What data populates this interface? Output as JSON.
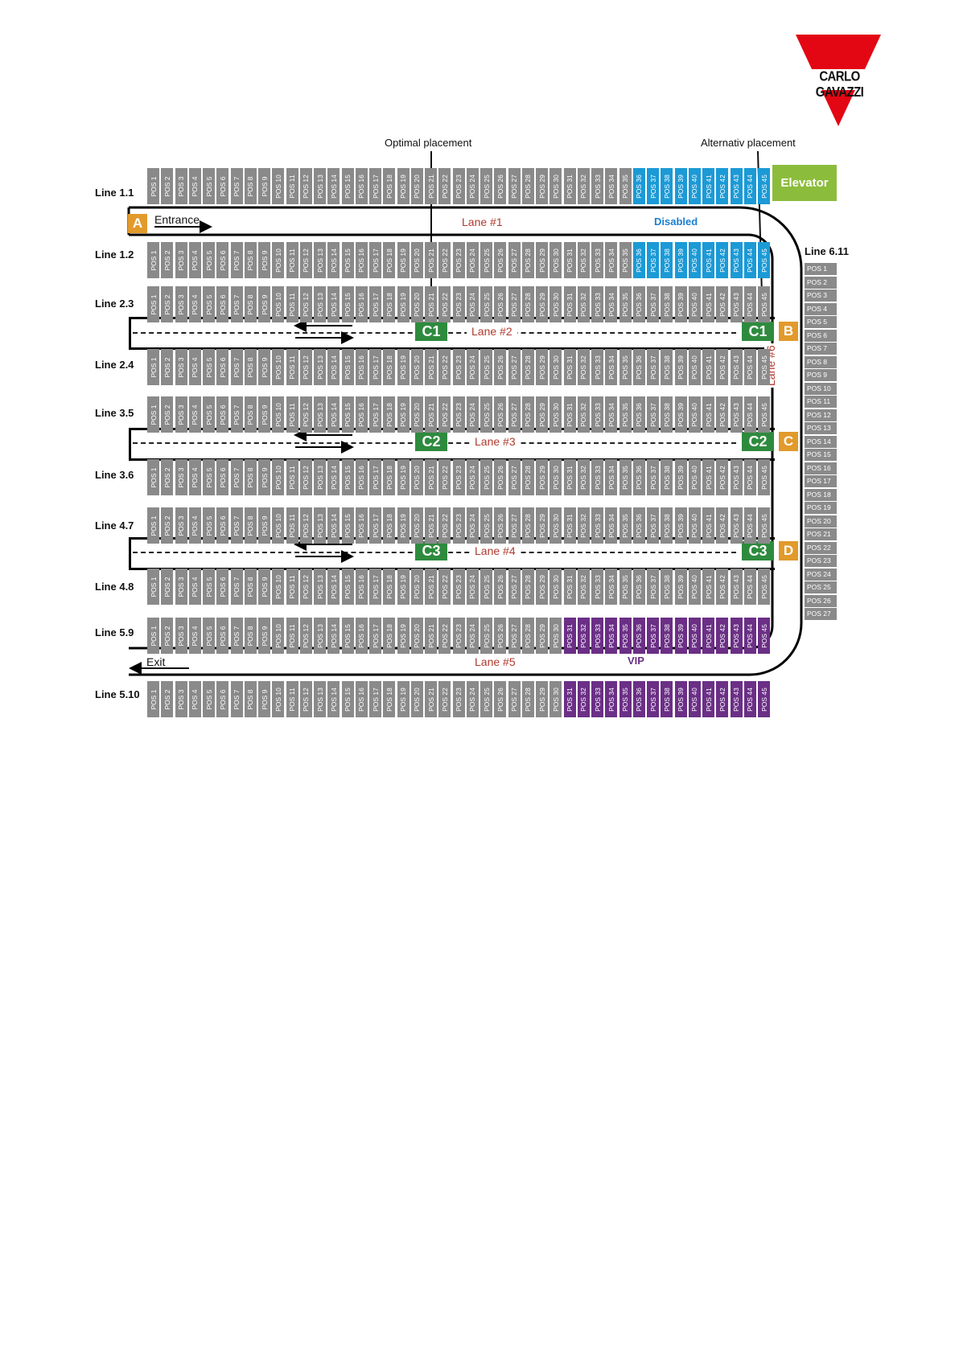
{
  "logo": {
    "text": "CARLO GAVAZZI"
  },
  "annotations": {
    "optimal": "Optimal placement",
    "alternative": "Alternativ placement"
  },
  "elevator": "Elevator",
  "entrance": "Entrance",
  "exit": "Exit",
  "disabled": "Disabled",
  "vip": "VIP",
  "lanes": {
    "l1": "Lane #1",
    "l2": "Lane #2",
    "l3": "Lane #3",
    "l4": "Lane #4",
    "l5": "Lane #5",
    "l6": "Lane #6"
  },
  "markers": {
    "A": "A",
    "B": "B",
    "C": "C",
    "D": "D"
  },
  "cameras": {
    "c1": "C1",
    "c2": "C2",
    "c3": "C3"
  },
  "colors": {
    "regular": "#8a8a8a",
    "disabled": "#1b9ad6",
    "vip": "#6b2f86",
    "camera": "#2e8b3e",
    "marker": "#e29a2b",
    "lane_text": "#b03a2e",
    "elevator": "#8cbc3c",
    "logo": "#e30613"
  },
  "slot_prefix": "POS",
  "rows": [
    {
      "label": "Line 1.1",
      "special_from": 36,
      "special": "disabled"
    },
    {
      "label": "Line 1.2",
      "special_from": 36,
      "special": "disabled"
    },
    {
      "label": "Line 2.3",
      "special_from": null,
      "special": null
    },
    {
      "label": "Line 2.4",
      "special_from": null,
      "special": null
    },
    {
      "label": "Line 3.5",
      "special_from": null,
      "special": null
    },
    {
      "label": "Line 3.6",
      "special_from": null,
      "special": null
    },
    {
      "label": "Line 4.7",
      "special_from": null,
      "special": null
    },
    {
      "label": "Line 4.8",
      "special_from": null,
      "special": null
    },
    {
      "label": "Line 5.9",
      "special_from": 31,
      "special": "vip"
    },
    {
      "label": "Line 5.10",
      "special_from": 31,
      "special": "vip"
    }
  ],
  "positions_per_row": 45,
  "side_line": {
    "label": "Line 6.11",
    "positions": 27
  }
}
